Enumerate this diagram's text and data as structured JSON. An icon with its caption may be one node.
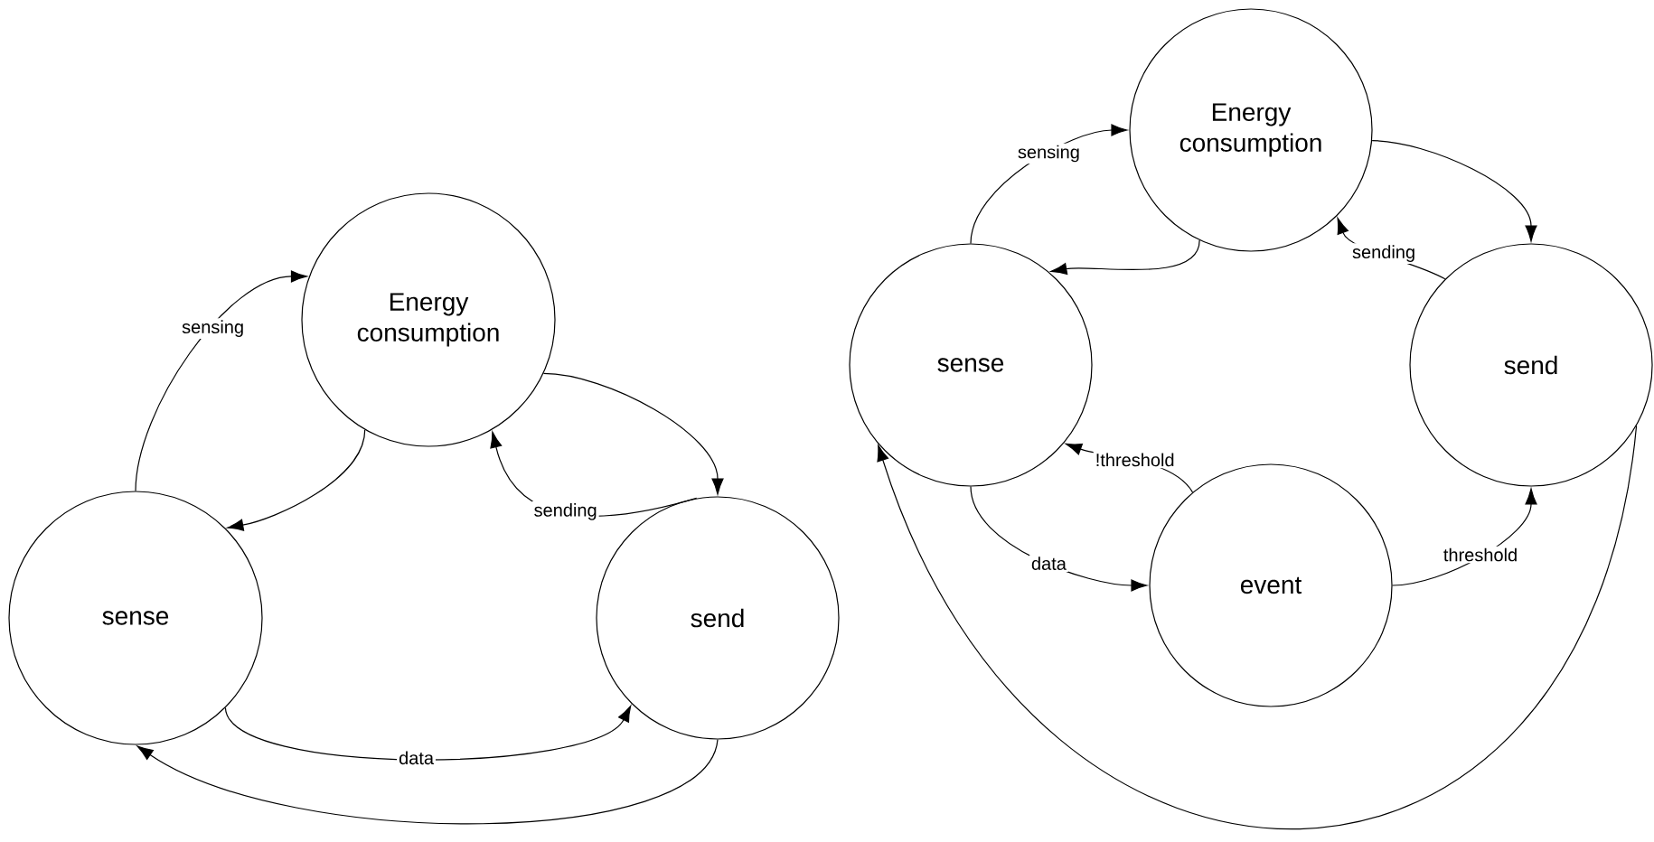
{
  "diagram": {
    "nodes": [
      {
        "text": [
          "Energy consumption"
        ]
      },
      {
        "text": [
          "sense"
        ]
      },
      {
        "text": [
          "send"
        ]
      },
      {
        "text": [
          "Energy consumption"
        ]
      },
      {
        "text": [
          "sense"
        ]
      },
      {
        "text": [
          "send"
        ]
      },
      {
        "text": [
          "event"
        ]
      }
    ],
    "edges": [
      {
        "from": 1,
        "to": 0,
        "arrow": "to",
        "label": "sensing"
      },
      {
        "from": 0,
        "to": 1,
        "arrow": "to"
      },
      {
        "from": 0,
        "to": 2,
        "arrow": "to"
      },
      {
        "from": 2,
        "to": 0,
        "arrow": "to",
        "label": "sending"
      },
      {
        "from": 1,
        "to": 2,
        "arrow": "to",
        "label": "data"
      },
      {
        "from": 2,
        "to": 1,
        "arrow": "to"
      },
      {
        "from": 4,
        "to": 3,
        "arrow": "to",
        "label": "sensing"
      },
      {
        "from": 3,
        "to": 4,
        "arrow": "to"
      },
      {
        "from": 3,
        "to": 5,
        "arrow": "to"
      },
      {
        "from": 5,
        "to": 3,
        "arrow": "to",
        "label": "sending"
      },
      {
        "from": 6,
        "to": 4,
        "arrow": "to",
        "label": "!threshold"
      },
      {
        "from": 4,
        "to": 6,
        "arrow": "to",
        "label": "data"
      },
      {
        "from": 6,
        "to": 5,
        "arrow": "to",
        "label": "threshold"
      },
      {
        "from": 5,
        "to": 4,
        "arrow": "to"
      }
    ]
  }
}
